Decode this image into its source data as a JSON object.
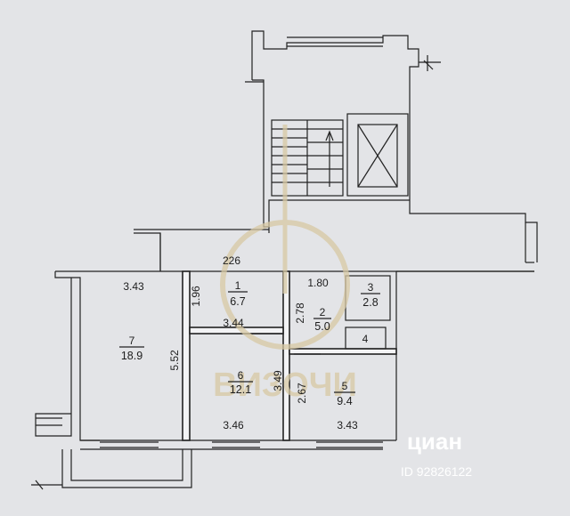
{
  "rooms": [
    {
      "number": "1",
      "area": "6.7"
    },
    {
      "number": "2",
      "area": "5.0"
    },
    {
      "number": "3",
      "area": "2.8"
    },
    {
      "number": "4",
      "area": ""
    },
    {
      "number": "5",
      "area": "9.4"
    },
    {
      "number": "6",
      "area": "12.1"
    },
    {
      "number": "7",
      "area": "18.9"
    }
  ],
  "dimensions": {
    "corridor_width": "226",
    "room7_width": "3.43",
    "room7_length": "5.52",
    "room1_depth": "1.96",
    "room1_width": "3.44",
    "room2_width": "1.80",
    "room2_depth": "2.78",
    "room6_depth": "3.49",
    "room6_width": "3.46",
    "room5_depth": "2.67",
    "room5_width": "3.43"
  },
  "watermark": {
    "brand": "ВИЗОЧИ",
    "listing_site": "циан",
    "listing_id": "ID 92826122"
  },
  "colors": {
    "background": "#e3e4e7",
    "walls": "#222222",
    "watermark": "#d8c9a4"
  }
}
